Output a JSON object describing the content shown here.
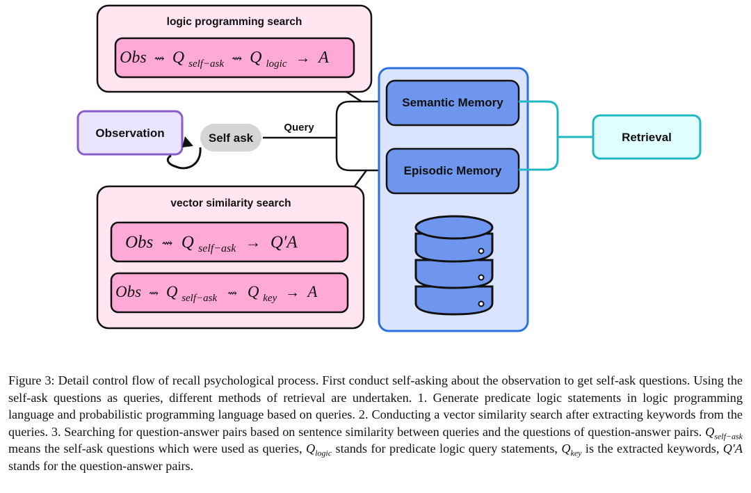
{
  "diagram": {
    "logic_search": {
      "title": "logic programming search",
      "formula": {
        "obs": "Obs",
        "q1": "Q",
        "sub1": "self−ask",
        "q2": "Q",
        "sub2": "logic",
        "ans": "A"
      }
    },
    "vector_search": {
      "title": "vector similarity search",
      "formula1": {
        "obs": "Obs",
        "q": "Q",
        "sub": "self−ask",
        "ans": "Q′A"
      },
      "formula2": {
        "obs": "Obs",
        "q1": "Q",
        "sub1": "self−ask",
        "q2": "Q",
        "sub2": "key",
        "ans": "A"
      }
    },
    "observation": "Observation",
    "self_ask": "Self ask",
    "query": "Query",
    "semantic_memory": "Semantic Memory",
    "episodic_memory": "Episodic Memory",
    "retrieval": "Retrieval",
    "colors": {
      "pink_panel": "#ffe6f1",
      "pink_formula": "#ffaad6",
      "purple": "#8a5cc8",
      "lavender": "#ebe4ff",
      "blue_panel": "#dbe4ff",
      "blue_border": "#2b6fe0",
      "memory_box": "#6f96ee",
      "teal": "#1fb8c0",
      "cyan_fill": "#dfffff",
      "gray": "#d5d5d5"
    },
    "icons": [
      "database-icon",
      "self-loop-arrow-icon"
    ]
  },
  "caption": {
    "part1": "Figure 3: Detail control flow of recall psychological process. First conduct self-asking about the observation to get self-ask questions. Using the self-ask questions as queries, different methods of retrieval are undertaken. 1. Generate predicate logic statements in logic programming language and probabilistic programming language based on queries. 2. Conducting a vector similarity search after extracting keywords from the queries. 3. Searching for question-answer pairs based on sentence similarity between queries and the questions of question-answer pairs. ",
    "q1": "Q",
    "sub1": "self−ask",
    "part2": " means the self-ask questions which were used as queries, ",
    "q2": "Q",
    "sub2": "logic",
    "part3": " stands for predicate logic query statements, ",
    "q3": "Q",
    "sub3": "key",
    "part4": " is the extracted keywords, ",
    "qa": "Q′A",
    "part5": " stands for the question-answer pairs."
  }
}
